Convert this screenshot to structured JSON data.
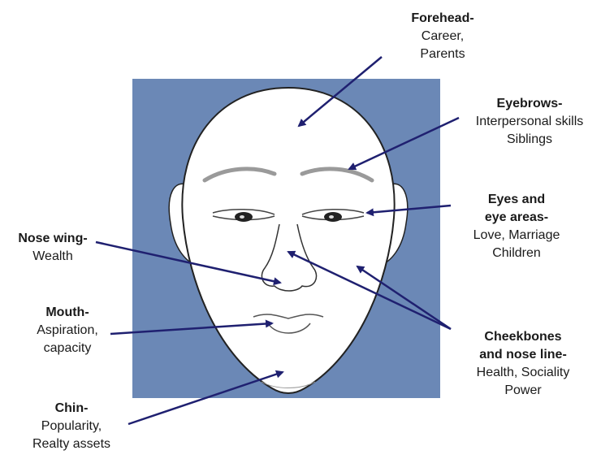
{
  "colors": {
    "background_panel": "#6b88b6",
    "arrow": "#1f2070",
    "face_fill": "#ffffff",
    "eyebrow": "#9a9a9a"
  },
  "labels": {
    "forehead": {
      "heading": "Forehead-",
      "lines": [
        "Career,",
        "Parents"
      ]
    },
    "eyebrows": {
      "heading": "Eyebrows-",
      "lines": [
        "Interpersonal skills",
        "Siblings"
      ]
    },
    "eyes": {
      "heading": "Eyes and",
      "heading2": "eye areas-",
      "lines": [
        "Love, Marriage",
        "Children"
      ]
    },
    "nose_wing": {
      "heading": "Nose wing-",
      "lines": [
        "Wealth"
      ]
    },
    "mouth": {
      "heading": "Mouth-",
      "lines": [
        "Aspiration,",
        "capacity"
      ]
    },
    "cheekbones": {
      "heading": "Cheekbones",
      "heading2": "and nose line-",
      "lines": [
        "Health, Sociality",
        "Power"
      ]
    },
    "chin": {
      "heading": "Chin-",
      "lines": [
        "Popularity,",
        "Realty assets"
      ]
    }
  }
}
